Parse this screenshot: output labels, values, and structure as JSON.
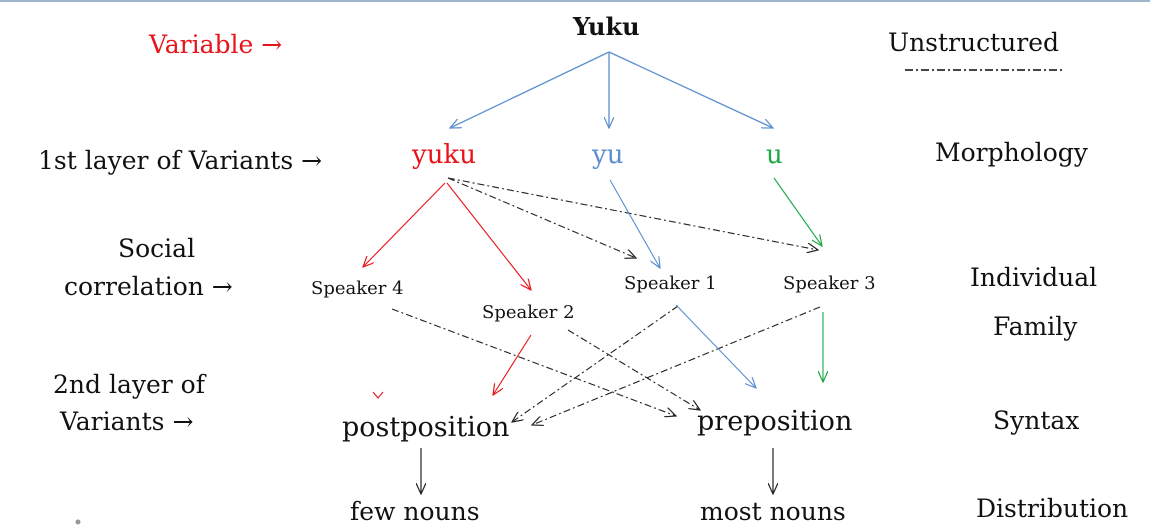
{
  "root": "Yuku",
  "left_labels": {
    "variable": "Variable →",
    "first_layer": "1st layer of Variants →",
    "social_line1": "Social",
    "social_line2": "correlation →",
    "second_layer_line1": "2nd layer of",
    "second_layer_line2": "Variants →"
  },
  "first_layer_variants": [
    "yuku",
    "yu",
    "u"
  ],
  "speakers": [
    "Speaker 4",
    "Speaker 2",
    "Speaker 1",
    "Speaker 3"
  ],
  "second_layer_variants": [
    "postposition",
    "preposition"
  ],
  "distribution": [
    "few nouns",
    "most nouns"
  ],
  "right_labels": {
    "unstructured": "Unstructured",
    "morphology": "Morphology",
    "individual": "Individual",
    "family": "Family",
    "syntax": "Syntax",
    "distribution": "Distribution"
  },
  "colors": {
    "red": "#e8141b",
    "blue": "#5b8fcf",
    "green": "#1fa848",
    "black": "#222222"
  }
}
